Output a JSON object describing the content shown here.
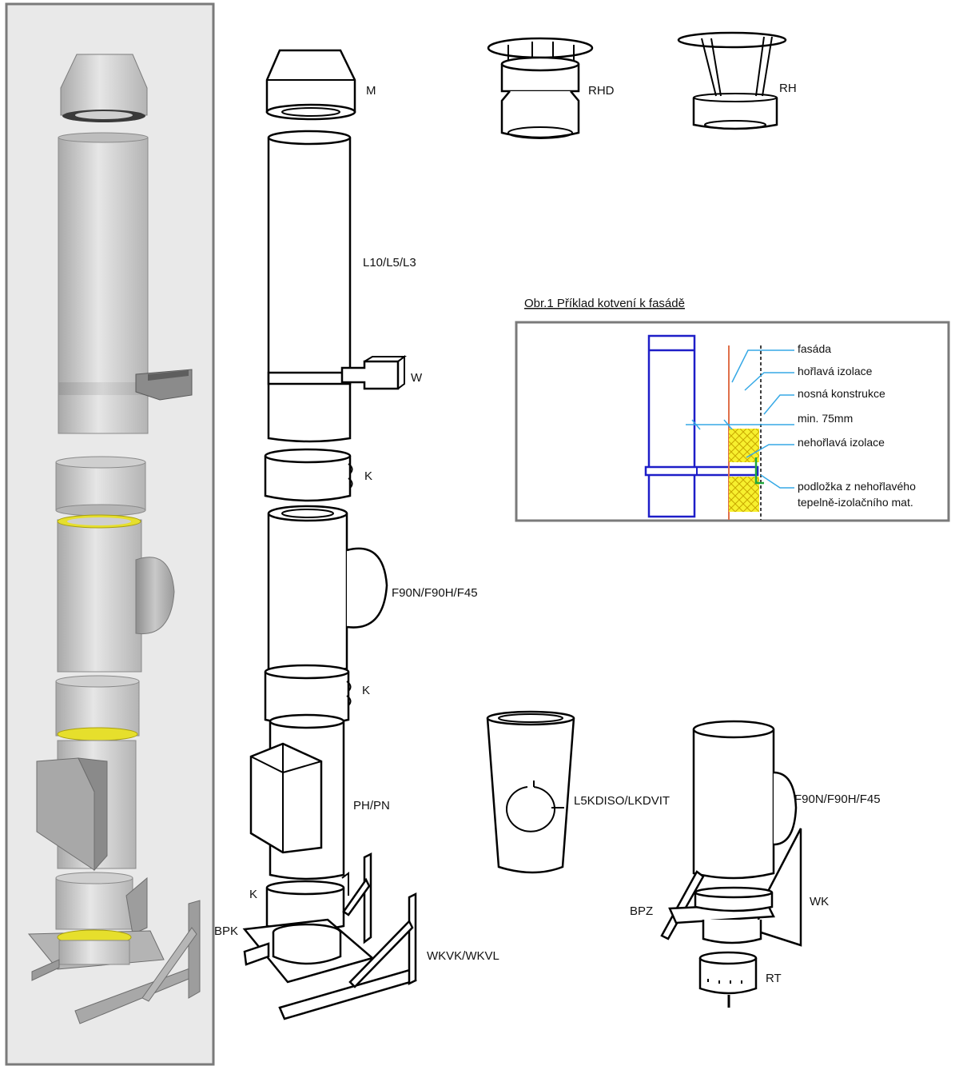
{
  "colors": {
    "panel_border": "#7a7a7a",
    "panel_bg": "#e9e9e9",
    "metal_light": "#d8d8d8",
    "metal_dark": "#9d9d9d",
    "gasket_yellow": "#e6df2c",
    "pipe_blue": "#1e1ec8",
    "facade_red": "#e0704a",
    "dimension_cyan": "#36a9e6",
    "insulation_yellow": "#f7f02e",
    "bracket_green": "#1fa83c"
  },
  "labels": {
    "m": "M",
    "l10": "L10/L5/L3",
    "w": "W",
    "k1": "K",
    "f90": "F90N/F90H/F45",
    "k2": "K",
    "phpn": "PH/PN",
    "k3": "K",
    "bpk": "BPK",
    "wkvk": "WKVK/WKVL",
    "rhd": "RHD",
    "rh": "RH",
    "l5kdiso": "L5KDISO/LKDVIT",
    "f90b": "F90N/F90H/F45",
    "bpz": "BPZ",
    "wk": "WK",
    "rt": "RT"
  },
  "detail": {
    "caption": "Obr.1  Příklad kotvení k fasádě",
    "fasada": "fasáda",
    "horlava": "hořlavá izolace",
    "nosna": "nosná konstrukce",
    "min": "min. 75mm",
    "nehorlava": "nehořlavá izolace",
    "podlozka1": "podložka z nehořlavého",
    "podlozka2": "tepelně-izolačního mat."
  }
}
